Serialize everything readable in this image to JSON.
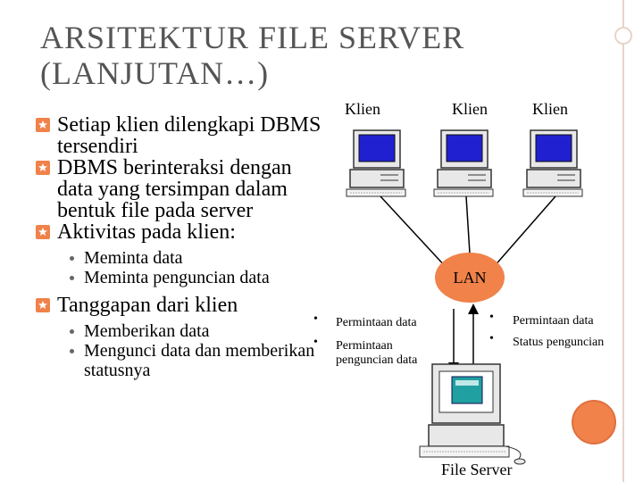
{
  "title_line1": "ARSITEKTUR FILE SERVER",
  "title_line2": "(LANJUTAN…)",
  "bullets": {
    "b1": "Setiap klien dilengkapi DBMS tersendiri",
    "b2": "DBMS berinteraksi dengan data yang tersimpan dalam bentuk file pada server",
    "b3": "Aktivitas pada klien:",
    "b3_sub1": "Meminta data",
    "b3_sub2": "Meminta penguncian data",
    "b4": "Tanggapan dari klien",
    "b4_sub1": "Memberikan data",
    "b4_sub2": "Mengunci data dan memberikan statusnya"
  },
  "diagram": {
    "client_label": "Klien",
    "lan_label": "LAN",
    "left_note1": "Permintaan data",
    "left_note2": "Permintaan penguncian data",
    "right_note1": "Permintaan data",
    "right_note2": "Status penguncian",
    "server_label": "File Server"
  },
  "colors": {
    "accent": "#f0824a",
    "title": "#555555",
    "decor_line": "#e8d4c8",
    "screen": "#2020d0"
  }
}
